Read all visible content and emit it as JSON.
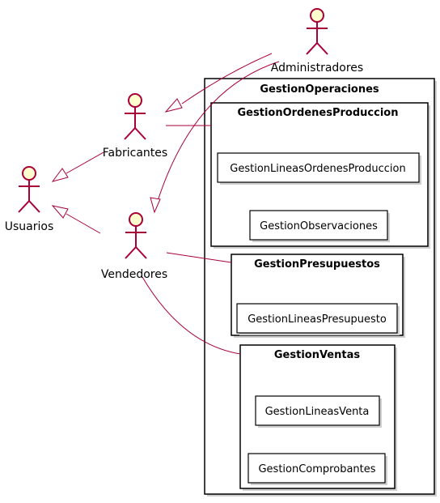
{
  "actors": {
    "administradores": "Administradores",
    "fabricantes": "Fabricantes",
    "usuarios": "Usuarios",
    "vendedores": "Vendedores"
  },
  "packages": {
    "operaciones": "GestionOperaciones",
    "ordenes": "GestionOrdenesProduccion",
    "presupuestos": "GestionPresupuestos",
    "ventas": "GestionVentas"
  },
  "usecases": {
    "lineas_ordenes": "GestionLineasOrdenesProduccion",
    "observaciones": "GestionObservaciones",
    "lineas_presupuesto": "GestionLineasPresupuesto",
    "lineas_venta": "GestionLineasVenta",
    "comprobantes": "GestionComprobantes"
  },
  "colors": {
    "actor_stroke": "#A80036",
    "actor_fill": "#FEFECE"
  }
}
